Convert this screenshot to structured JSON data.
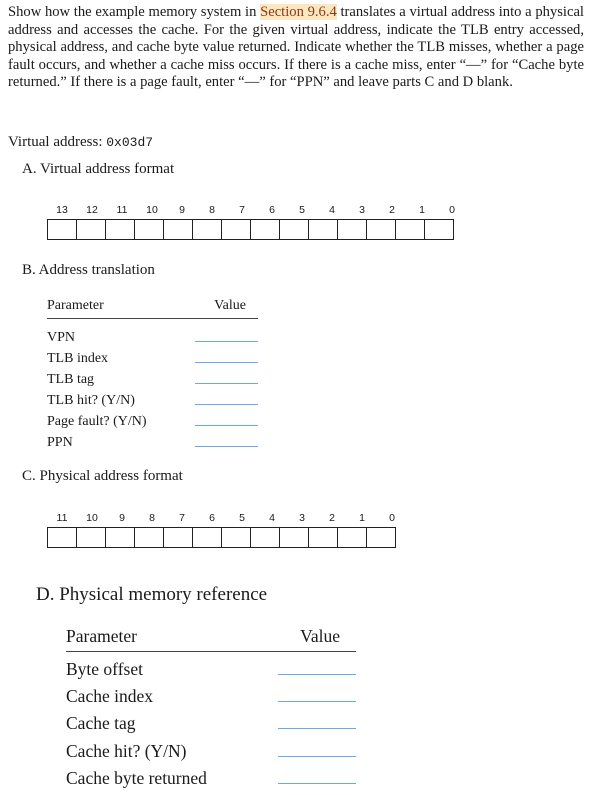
{
  "intro": {
    "pre": "Show how the example memory system in ",
    "link": "Section 9.6.4",
    "post": " translates a virtual address into a physical address and accesses the cache. For the given virtual address, indicate the TLB entry accessed, physical address, and cache byte value returned. Indicate whether the TLB misses, whether a page fault occurs, and whether a cache miss occurs. If there is a cache miss, enter “—” for “Cache byte returned.” If there is a page fault, enter “—” for “PPN” and leave parts C and D blank."
  },
  "virtual_address": {
    "label": "Virtual address: ",
    "value": "0x03d7"
  },
  "part_a": {
    "title": "A.  Virtual address format",
    "bits": [
      "13",
      "12",
      "11",
      "10",
      "9",
      "8",
      "7",
      "6",
      "5",
      "4",
      "3",
      "2",
      "1",
      "0"
    ]
  },
  "part_b": {
    "title": "B.  Address translation",
    "col_param": "Parameter",
    "col_value": "Value",
    "rows": [
      "VPN",
      "TLB index",
      "TLB tag",
      "TLB hit? (Y/N)",
      "Page fault? (Y/N)",
      "PPN"
    ]
  },
  "part_c": {
    "title": "C.  Physical address format",
    "bits": [
      "11",
      "10",
      "9",
      "8",
      "7",
      "6",
      "5",
      "4",
      "3",
      "2",
      "1",
      "0"
    ]
  },
  "part_d": {
    "title": "D.  Physical memory reference",
    "col_param": "Parameter",
    "col_value": "Value",
    "rows": [
      "Byte offset",
      "Cache index",
      "Cache tag",
      "Cache hit? (Y/N)",
      "Cache byte returned"
    ]
  },
  "colors": {
    "highlight_bg": "#fde7c0",
    "highlight_text": "#8a3a1a",
    "blank_line": "#6aa9e8"
  }
}
